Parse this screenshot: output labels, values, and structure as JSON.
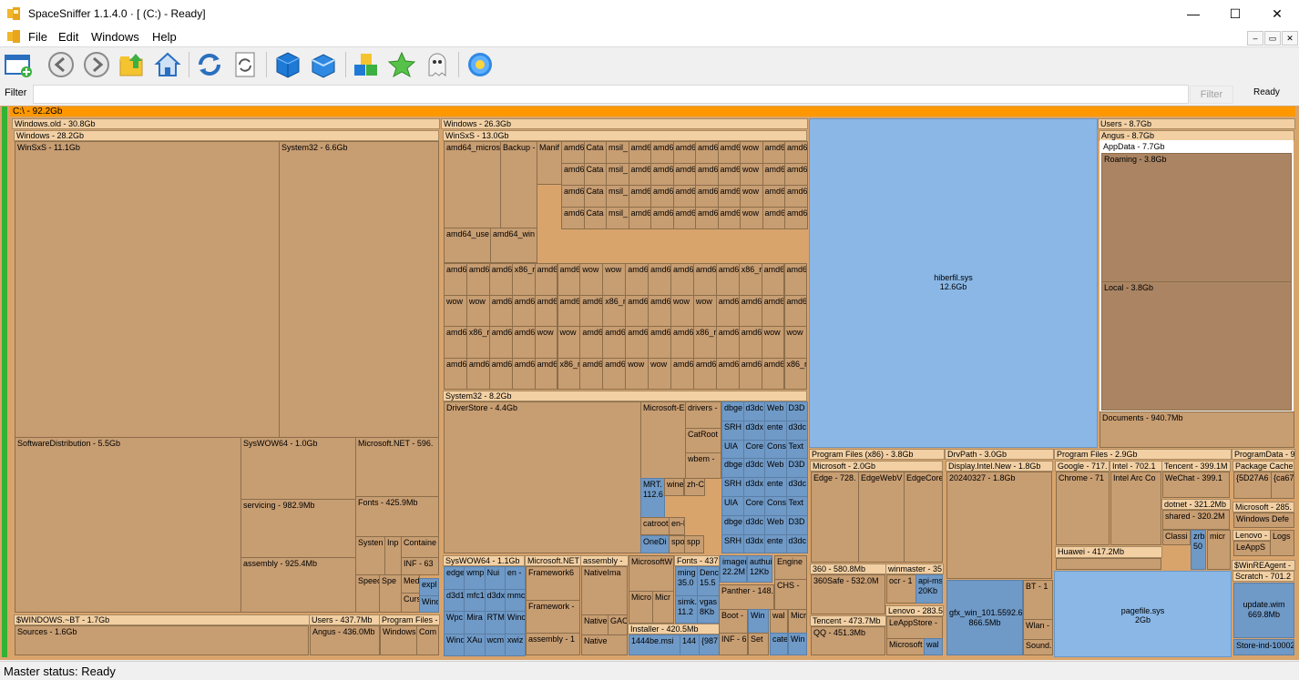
{
  "window": {
    "title": "SpaceSniffer 1.1.4.0 · [ (C:) - Ready]",
    "minimize": "—",
    "maximize": "☐",
    "close": "✕"
  },
  "menu": {
    "items": [
      "File",
      "Edit",
      "Windows",
      "Help"
    ],
    "mdi": [
      "–",
      "▭",
      "✕"
    ]
  },
  "toolbar": {
    "icons": [
      "new-window-icon",
      "back-icon",
      "forward-icon",
      "up-folder-icon",
      "home-icon",
      "refresh-icon",
      "refresh-partial-icon",
      "blue-cube-icon",
      "blue-cube-open-icon",
      "colored-boxes-icon",
      "star-icon",
      "ghost-icon",
      "settings-flower-icon"
    ]
  },
  "filter": {
    "label": "Filter",
    "value": "",
    "button": "Filter",
    "status": "Ready"
  },
  "colors": {
    "folder": "#c79d72",
    "header": "#f2d0a4",
    "file": "#6f99c6",
    "root": "#ff9800",
    "green": "#34b233"
  },
  "map": {
    "root": "C:\\ - 92.2Gb",
    "windows_old": "Windows.old - 30.8Gb",
    "windows_inner": "Windows - 28.2Gb",
    "winsxs_old": "WinSxS - 11.1Gb",
    "system32_old": "System32 - 6.6Gb",
    "softdist": "SoftwareDistribution - 5.5Gb",
    "syswow_old": "SysWOW64 - 1.0Gb",
    "msnet": "Microsoft.NET - 596.",
    "servicing": "servicing - 982.9Mb",
    "fonts_old": "Fonts - 425.9Mb",
    "assembly_old": "assembly - 925.4Mb",
    "system_s": "Systen",
    "inp": "Inp",
    "container": "Containe",
    "inf": "INF - 63",
    "speech": "Speec",
    "spe2": "Spe",
    "med": "Med",
    "cur": "Curs",
    "expl": "expl",
    "winf": "Wind",
    "btdir": "$WINDOWS.~BT - 1.7Gb",
    "sources": "Sources - 1.6Gb",
    "users_old": "Users - 437.7Mb",
    "angus_old": "Angus - 436.0Mb",
    "progfiles_old": "Program Files -",
    "pf_windows": "Windows",
    "pf_com": "Com",
    "windows": "Windows - 26.3Gb",
    "winsxs": "WinSxS - 13.0Gb",
    "w_amd64_micros": "amd64_micros",
    "w_backup": "Backup -",
    "w_manif": "Manif",
    "w_amd64_user": "amd64_use",
    "w_amd64_win": "amd64_win",
    "system32": "System32 - 8.2Gb",
    "driverstore": "DriverStore - 4.4Gb",
    "ms_edge_s": "Microsoft-E",
    "drivers": "drivers -",
    "catroot": "CatRoot",
    "wbem": "wbem -",
    "mrt": "MRT.\n112.6",
    "wine": "wine",
    "zh_c": "zh-C",
    "catroot2": "catroot",
    "en_l": "en-l",
    "onedrive": "OneDi",
    "spo": "spo",
    "spp": "spp",
    "syswow": "SysWOW64 - 1.1Gb",
    "msnet_new": "Microsoft.NET",
    "framework6": "Framework6",
    "framework": "Framework -",
    "assembly_new": "assembly -",
    "assembly_1": "assembly - 1",
    "nativeima": "NativeIma",
    "native": "Native",
    "gac": "GAC",
    "msw": "MicrosoftW",
    "micro1": "Micro",
    "micr2": "Micr",
    "fonts_new": "Fonts - 437",
    "installer": "Installer - 420.5Mb",
    "i1444": "1444be.msi",
    "i1444b": "144",
    "i987": "{987",
    "panther": "Panther - 148.",
    "boot": "Boot -",
    "inf2": "INF - 6",
    "set": "Set",
    "cate": "cate",
    "win2": "Win",
    "engine": "Engine",
    "chs": "CHS -",
    "imager": "imager\n22.2M",
    "authui": "authui\n12Kb",
    "ming": "ming\n35.0",
    "denc": "Denc\n15.5",
    "simk": "simk.\n11.2",
    "vgas": "vgas\n8Kb",
    "hiberfil": "hiberfil.sys",
    "hiberfil_size": "12.6Gb",
    "users": "Users - 8.7Gb",
    "angus": "Angus - 8.7Gb",
    "appdata": "AppData - 7.7Gb",
    "roaming": "Roaming - 3.8Gb",
    "local": "Local - 3.8Gb",
    "documents": "Documents - 940.7Mb",
    "pf86": "Program Files (x86) - 3.8Gb",
    "microsoft86": "Microsoft - 2.0Gb",
    "edge86": "Edge - 728.",
    "edgewebv": "EdgeWebV",
    "edgecore": "EdgeCore",
    "p360": "360 - 580.8Mb",
    "p360safe": "360Safe - 532.0M",
    "winmaster": "winmaster - 35",
    "ocr": "ocr - 1",
    "apims": "api-ms\n20Kb",
    "tencent86": "Tencent - 473.7Mb",
    "qq": "QQ - 451.3Mb",
    "lenovo86": "Lenovo - 283.5",
    "leappstore": "LeAppStore -",
    "microsoft_s": "Microsoft",
    "wal": "wal",
    "drvpath": "DrvPath - 3.0Gb",
    "display": "Display.Intel.New - 1.8Gb",
    "d20240327": "20240327 - 1.8Gb",
    "gfx": "gfx_win_101.5592.6",
    "gfx_size": "866.5Mb",
    "bt": "BT - 1",
    "wlan": "Wlan -",
    "sound": "Sound.",
    "progfiles": "Program Files - 2.9Gb",
    "google": "Google - 717.",
    "chrome": "Chrome - 71",
    "intel": "Intel - 702.1",
    "intelarc": "Intel Arc Co",
    "tencent": "Tencent - 399.1M",
    "wechat": "WeChat - 399.1",
    "dotnet": "dotnet - 321.2Mb",
    "shared": "shared - 320.2M",
    "classi": "Classi",
    "zrb": "zrb\n50",
    "micr_s": "micr",
    "huawei": "Huawei - 417.2Mb",
    "pagefile": "pagefile.sys",
    "pagefile_size": "2Gb",
    "programdata": "ProgramData - 9",
    "pkgcache": "Package Cache",
    "pkg1": "{5D27A6",
    "pkg2": "{ca67",
    "msdata": "Microsoft - 285.",
    "windefe": "Windows Defe",
    "lenovo_pd": "Lenovo -",
    "leapps": "LeAppS",
    "logs": "Logs",
    "winreagent": "$WinREAgent -",
    "scratch": "Scratch - 701.2",
    "update": "update.wim",
    "update_size": "669.8Mb",
    "storeind": "Store-ind-10002"
  },
  "status": {
    "text": "Master status: Ready"
  }
}
